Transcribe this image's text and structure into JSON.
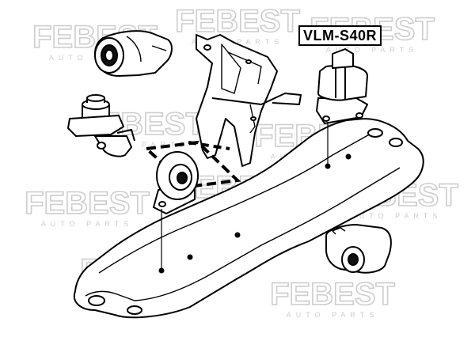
{
  "part_label": "VLM-S40R",
  "watermark": {
    "brand": "FEBEST",
    "tagline": "AUTO PARTS",
    "color": "#c8c8c8"
  },
  "colors": {
    "line": "#000000",
    "fill": "#ffffff",
    "shade": "#111111"
  }
}
